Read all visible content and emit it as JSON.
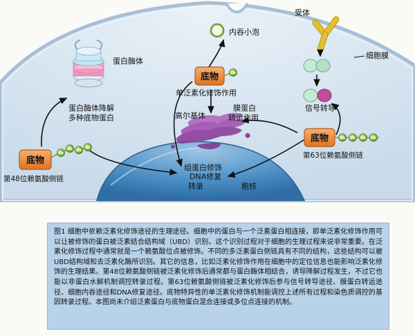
{
  "labels": {
    "receptor": "受体",
    "endocytic_vesicle": "内吞小泡",
    "cell_membrane": "细胞膜",
    "proteasome": "蛋白酶体",
    "substrate_mono": "底物",
    "mono_ub_action": "单泛素化修饰作用",
    "signal_transduction": "信号转导",
    "proteasome_degradation": "蛋白酶体降解",
    "multi_substrate_protein": "多种底物蛋白",
    "golgi": "高尔基体",
    "membrane_protein": "膜蛋白",
    "transport_action": "转运作用",
    "substrate_k63": "底物",
    "k63_chain": "第63位赖氨酸侧链",
    "substrate_k48": "底物",
    "k48_chain": "第48位赖氨酸侧链",
    "histone_mod": "组蛋白修饰",
    "dna_repair": "DNA修复",
    "transcription": "转录",
    "nucleus": "胞核",
    "ub": "Ub"
  },
  "caption": "图1 细胞中依赖泛素化修饰途径的生理途径。细胞中的蛋白与一个泛素蛋白相连接，即单泛素化修饰作用可以让被修饰的蛋白被泛素结合结构域（UBD）识别。这个识别过程对于细胞的生理过程来说非常重要。在泛素化修饰过程中通常就是一个赖氨酸位点被修饰。不同的多泛素蛋白侧链具有不同的结构，这些结构可以被UBD结构域和去泛素化酶所识别。其它的信息，比如泛素化修饰作用在细胞中的定位信息也能影响泛素化修饰的生理结果。第48位赖氨酸侧链被泛素化修饰后通常都与蛋白酶体相结合，诱导降解过程发生，不过它也能以非蛋白水解机制调控转录过程。第63位赖氨酸侧链被泛素化修饰后参与信号转导途径、膜蛋白转运途径、细胞内吞途径和DNA修复途径。底物特异性的单泛素化修饰机制能调控上述所有过程和染色质调控的基因转录过程。本图尚未介绍泛素蛋白与底物蛋白混合连接或多位点连接的机制。",
  "colors": {
    "cytoplasm": "#dde9f3",
    "nucleus": "#4f92c8",
    "membrane": "#b9cde0",
    "substrate_box": "#e8822e",
    "ubiquitin": "#79a832",
    "golgi": "#8a3f9a",
    "receptor": "#e4c12a",
    "caption_bg": "#b8d2ea"
  }
}
